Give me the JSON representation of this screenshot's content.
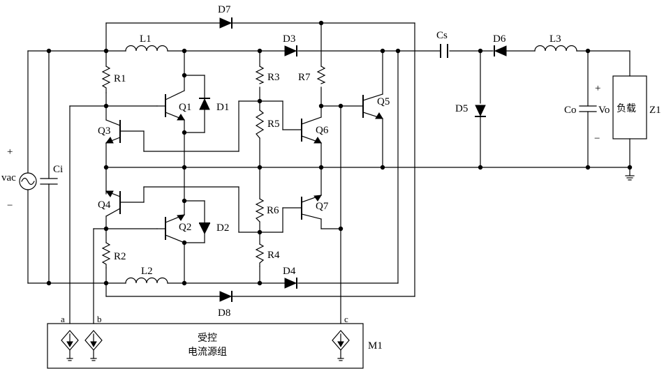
{
  "labels": {
    "D7": "D7",
    "L1": "L1",
    "D3": "D3",
    "R1": "R1",
    "R3": "R3",
    "R7": "R7",
    "Q1": "Q1",
    "D1": "D1",
    "Q3": "Q3",
    "R5": "R5",
    "Q6": "Q6",
    "Q5": "Q5",
    "Cs": "Cs",
    "D6": "D6",
    "L3": "L3",
    "D5": "D5",
    "Co": "Co",
    "Vo": "Vo",
    "load": "负载",
    "Z1": "Z1",
    "plus_left": "+",
    "minus_left": "−",
    "vac": "vac",
    "Ci": "Ci",
    "plus_right": "+",
    "minus_right": "−",
    "Q4": "Q4",
    "Q2": "Q2",
    "D2": "D2",
    "R6": "R6",
    "Q7": "Q7",
    "R2": "R2",
    "R4": "R4",
    "L2": "L2",
    "D4": "D4",
    "D8": "D8",
    "a": "a",
    "b": "b",
    "c": "c",
    "M1": "M1",
    "module_line1": "受控",
    "module_line2": "电流源组"
  }
}
